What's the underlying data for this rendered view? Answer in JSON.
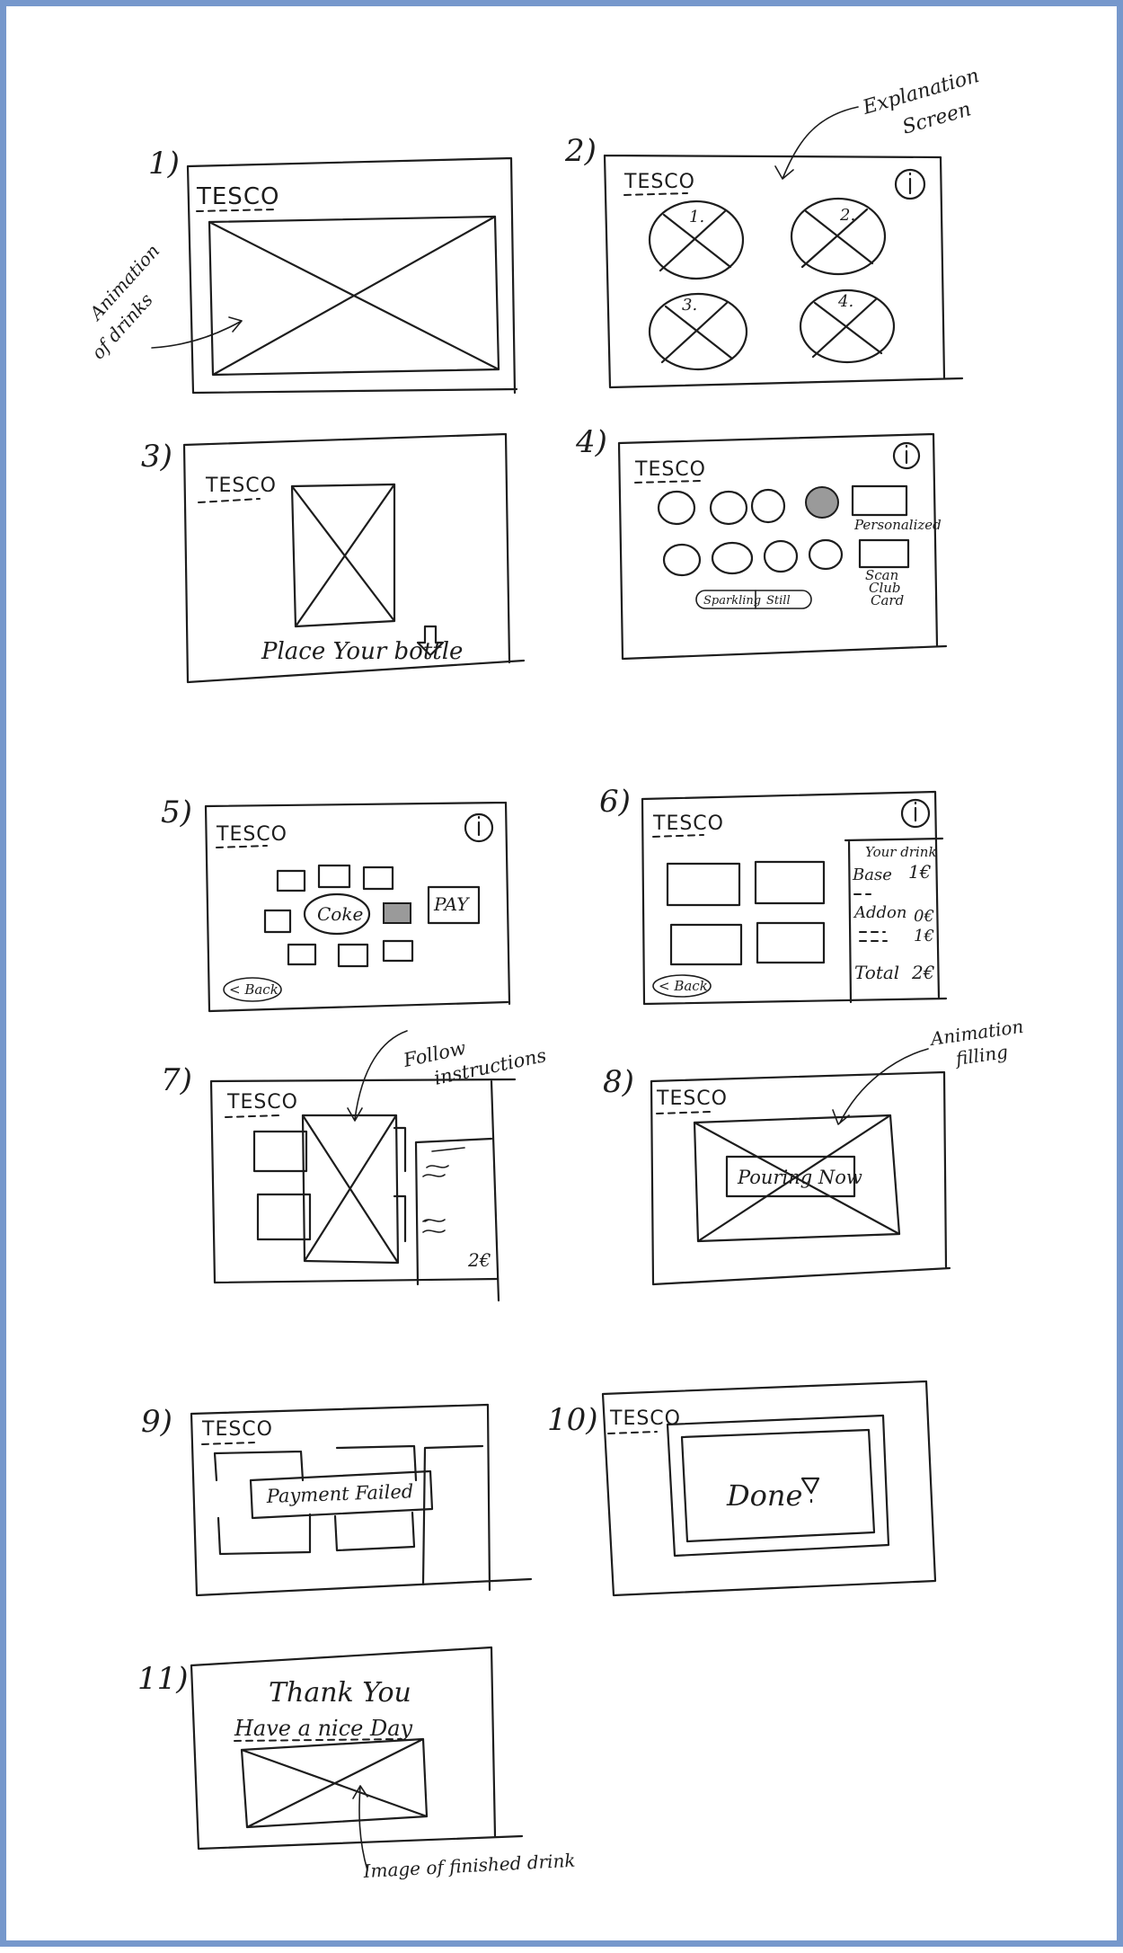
{
  "screens": [
    {
      "number": "1)",
      "logo": "TESCO"
    },
    {
      "number": "2)",
      "logo": "TESCO",
      "circles": [
        "1.",
        "2.",
        "3.",
        "4."
      ]
    },
    {
      "number": "3)",
      "logo": "TESCO",
      "caption": "Place Your bottle"
    },
    {
      "number": "4)",
      "logo": "TESCO",
      "toggle_left": "Sparkling",
      "toggle_right": "Still",
      "personalized": "Personalized",
      "scan_card": [
        "Scan",
        "Club",
        "Card"
      ]
    },
    {
      "number": "5)",
      "logo": "TESCO",
      "center_item": "Coke",
      "pay": "PAY",
      "back": "< Back"
    },
    {
      "number": "6)",
      "logo": "TESCO",
      "back": "< Back",
      "summary": {
        "title": "Your drink",
        "base_label": "Base",
        "base_price": "1€",
        "addon_label": "Addon",
        "addon_price_1": "0€",
        "addon_price_2": "1€",
        "total_label": "Total",
        "total_price": "2€"
      }
    },
    {
      "number": "7)",
      "logo": "TESCO",
      "price": "2€"
    },
    {
      "number": "8)",
      "logo": "TESCO",
      "status": "Pouring Now"
    },
    {
      "number": "9)",
      "logo": "TESCO",
      "error": "Payment Failed"
    },
    {
      "number": "10)",
      "logo": "TESCO",
      "done": "Done"
    },
    {
      "number": "11)",
      "thank": "Thank You",
      "wish": "Have a nice Day"
    }
  ],
  "annotations": {
    "animation": [
      "Animation",
      "of drinks"
    ],
    "explanation": [
      "Explanation",
      "Screen"
    ],
    "follow": [
      "Follow",
      "instructions"
    ],
    "filling": [
      "Animation",
      "filling"
    ],
    "finished": "Image of finished drink"
  },
  "colors": {
    "frame": "#7698cc",
    "ink": "#1d1d1d",
    "hatch": "#9a9a9a"
  }
}
